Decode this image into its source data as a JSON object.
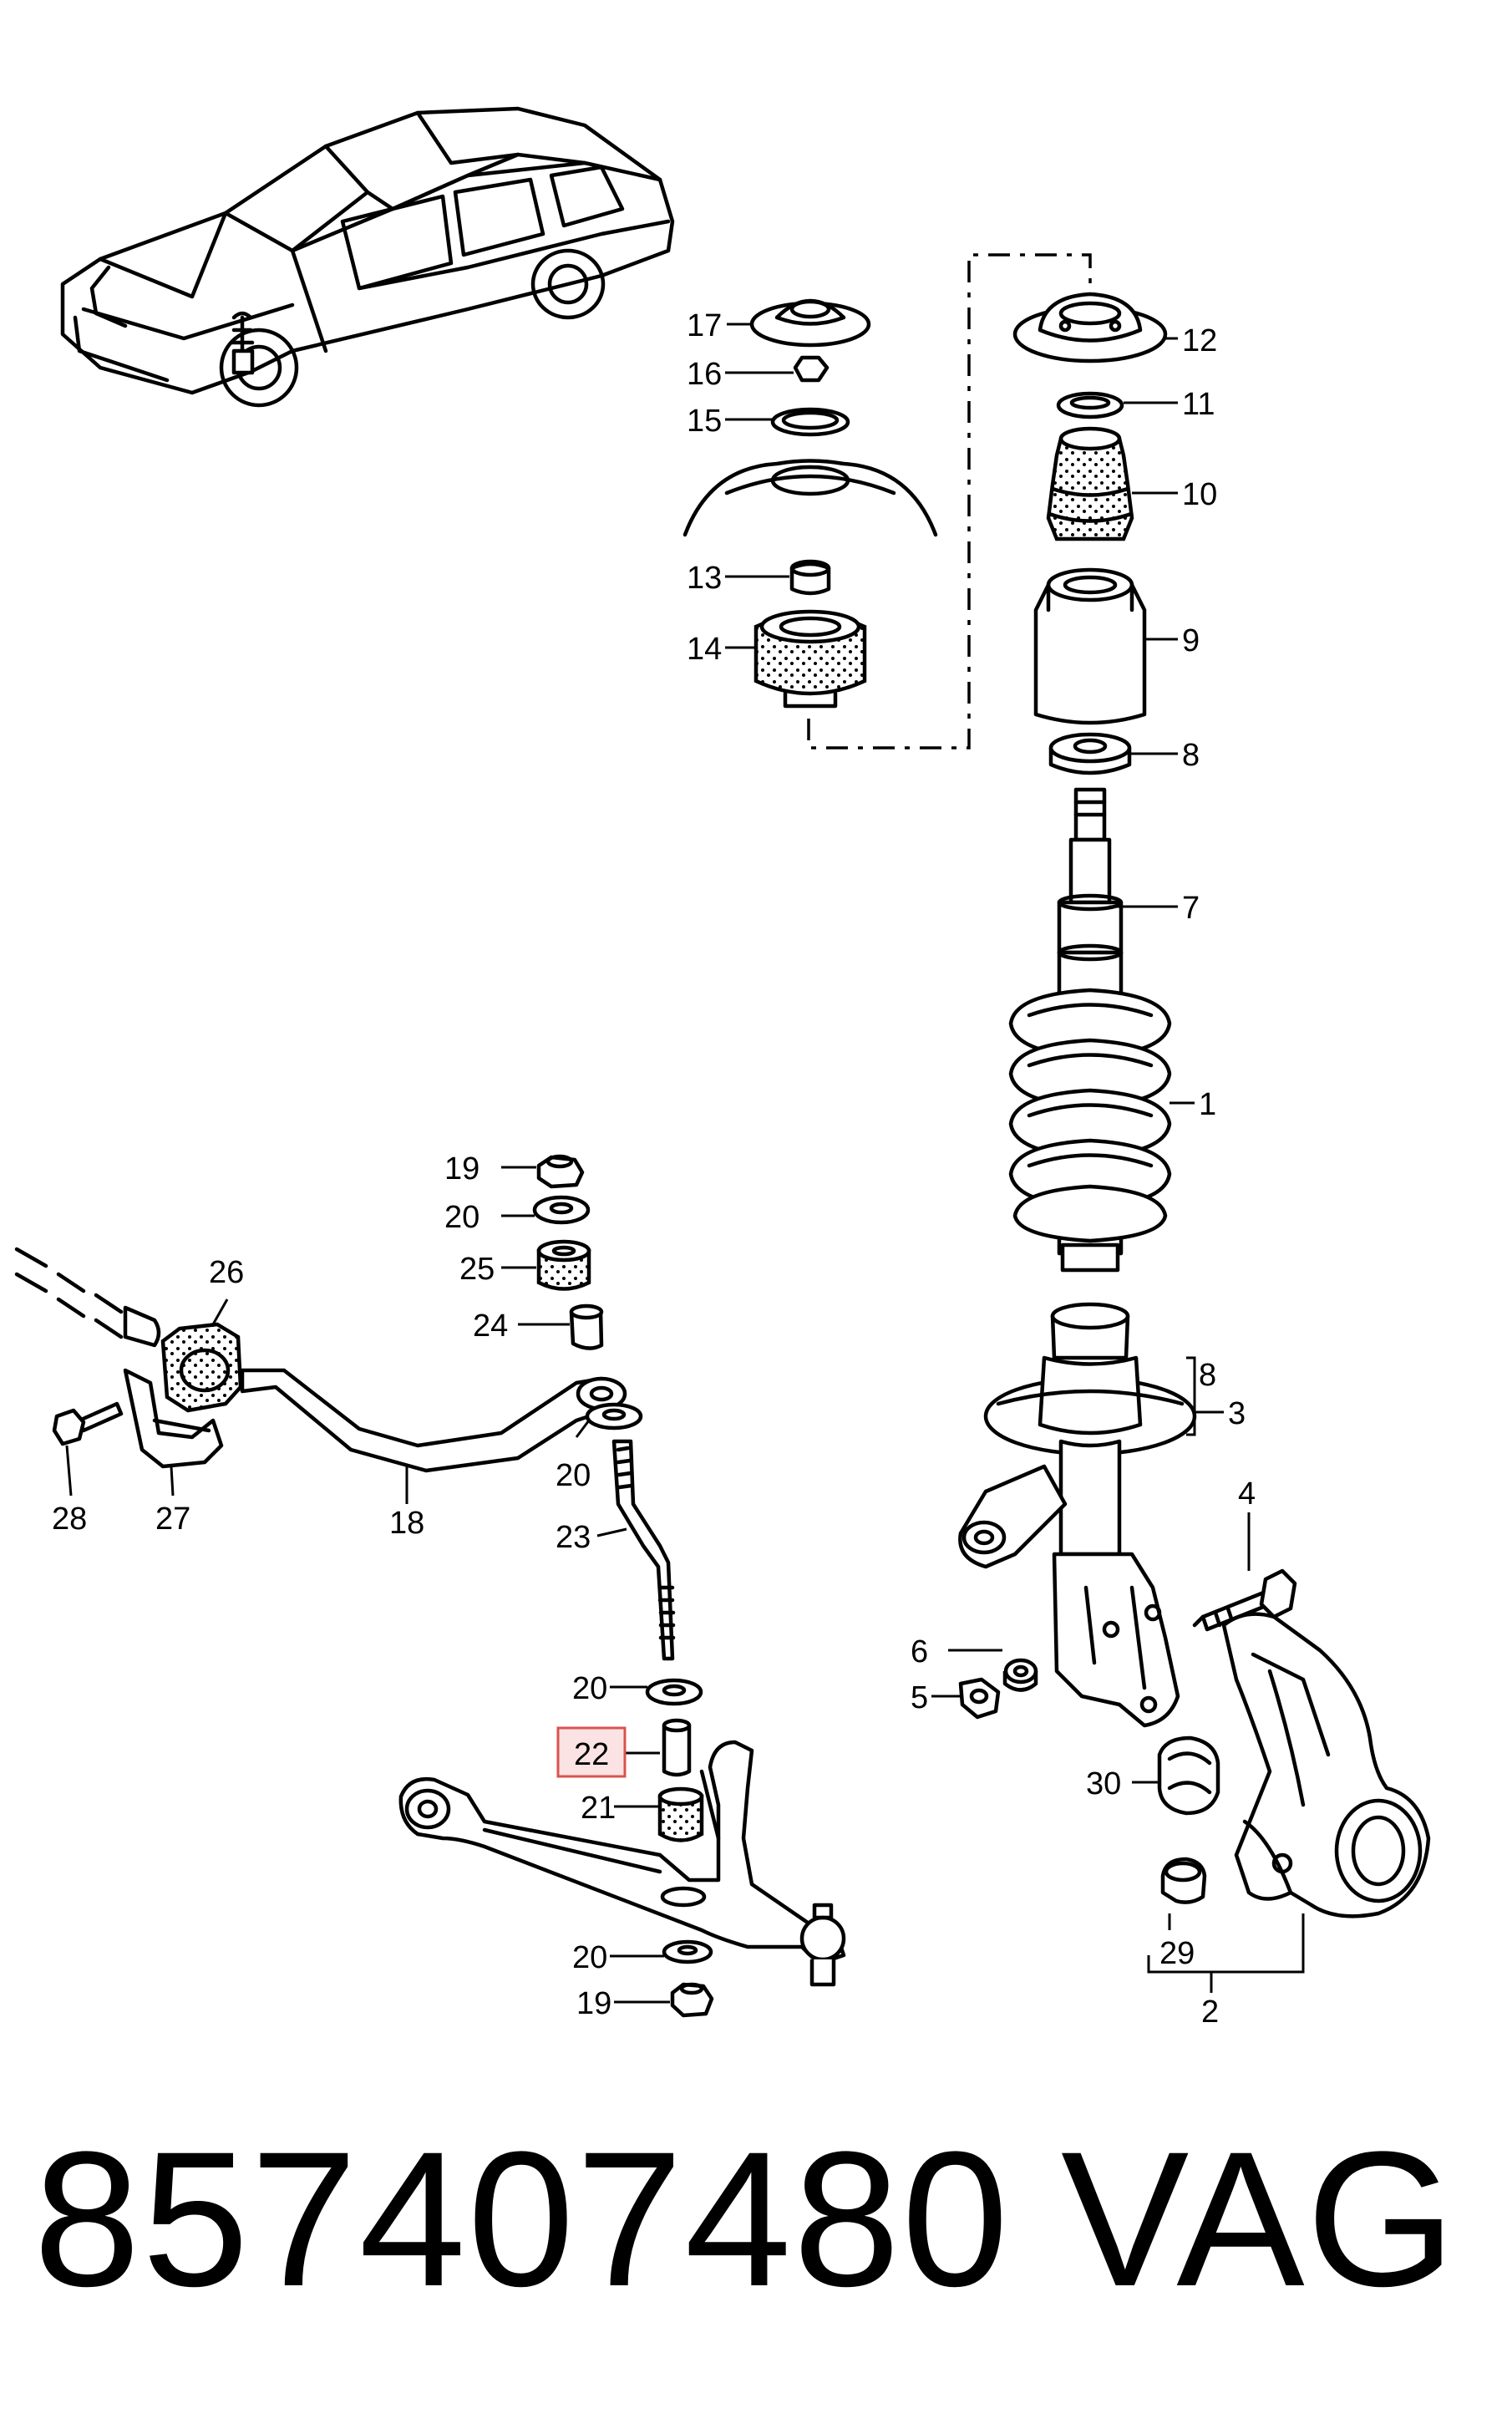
{
  "callouts": {
    "c1": "1",
    "c2": "2",
    "c3": "3",
    "c4": "4",
    "c5": "5",
    "c6": "6",
    "c7": "7",
    "c8": "8",
    "c8b": "8",
    "c9": "9",
    "c10": "10",
    "c11": "11",
    "c12": "12",
    "c13": "13",
    "c14": "14",
    "c15": "15",
    "c16": "16",
    "c17": "17",
    "c18": "18",
    "c19a": "19",
    "c19b": "19",
    "c20a": "20",
    "c20b": "20",
    "c20c": "20",
    "c20d": "20",
    "c21": "21",
    "c22": "22",
    "c23": "23",
    "c24": "24",
    "c25": "25",
    "c26": "26",
    "c27": "27",
    "c28": "28",
    "c29": "29",
    "c30": "30"
  },
  "highlighted_callout": "22",
  "footer": {
    "part_number": "857407480",
    "brand": "VAG"
  },
  "colors": {
    "ink": "#000000",
    "highlight_fill": "#fbe3e3",
    "highlight_border": "#d9534f"
  }
}
